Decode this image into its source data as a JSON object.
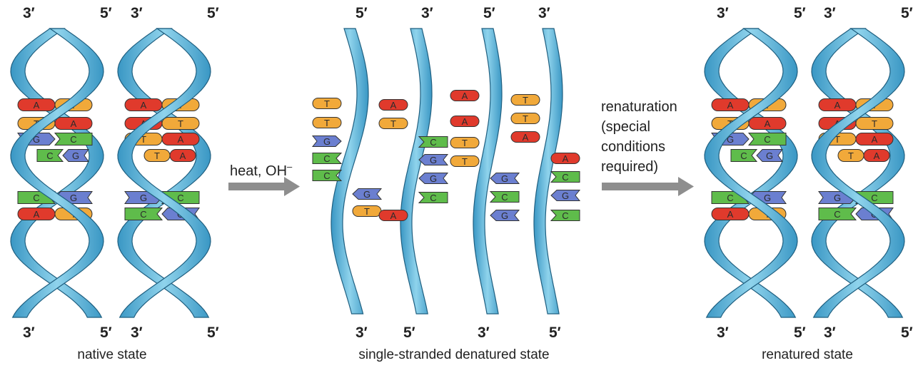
{
  "colors": {
    "strand": "#5fb9dc",
    "strand_dark": "#2d7fa8",
    "A": "#e03a2c",
    "T": "#f1a93a",
    "G": "#6b7fd0",
    "C": "#5fbc4b",
    "arrow": "#8e8e8e"
  },
  "ends": {
    "native_top": [
      "3′",
      "5′",
      "3′",
      "5′"
    ],
    "native_bottom": [
      "3′",
      "5′",
      "3′",
      "5′"
    ],
    "single_top": [
      "5′",
      "3′",
      "5′",
      "3′"
    ],
    "single_bottom": [
      "3′",
      "5′",
      "3′",
      "5′"
    ],
    "renatured_top": [
      "3′",
      "5′",
      "3′",
      "5′"
    ],
    "renatured_bottom": [
      "3′",
      "5′",
      "3′",
      "5′"
    ]
  },
  "captions": {
    "native": "native state",
    "single": "single-stranded denatured state",
    "renatured": "renatured state"
  },
  "arrows": {
    "heat": "heat, OH",
    "heat_sup": "–",
    "renature_lines": [
      "renaturation",
      "(special",
      "conditions",
      "required)"
    ]
  },
  "helix_pairs": {
    "helix1": [
      [
        "A",
        "T"
      ],
      [
        "T",
        "A"
      ],
      [
        "G",
        "C"
      ],
      [
        "C",
        "G"
      ],
      [
        "C",
        "G"
      ],
      [
        "A",
        "T"
      ]
    ],
    "helix2": [
      [
        "A",
        "T"
      ],
      [
        "A",
        "T"
      ],
      [
        "T",
        "A"
      ],
      [
        "T",
        "A"
      ],
      [
        "G",
        "C"
      ],
      [
        "C",
        "G"
      ]
    ]
  },
  "single_bases": {
    "strand1": [
      "T",
      "T",
      "G",
      "C",
      "C",
      "G",
      "T"
    ],
    "strand2": [
      "A",
      "T",
      "C",
      "G",
      "G",
      "C",
      "A"
    ],
    "strand3": [
      "A",
      "A",
      "T",
      "T",
      "G",
      "C",
      "G"
    ],
    "strand4": [
      "T",
      "T",
      "A",
      "A",
      "C",
      "G",
      "C"
    ]
  }
}
